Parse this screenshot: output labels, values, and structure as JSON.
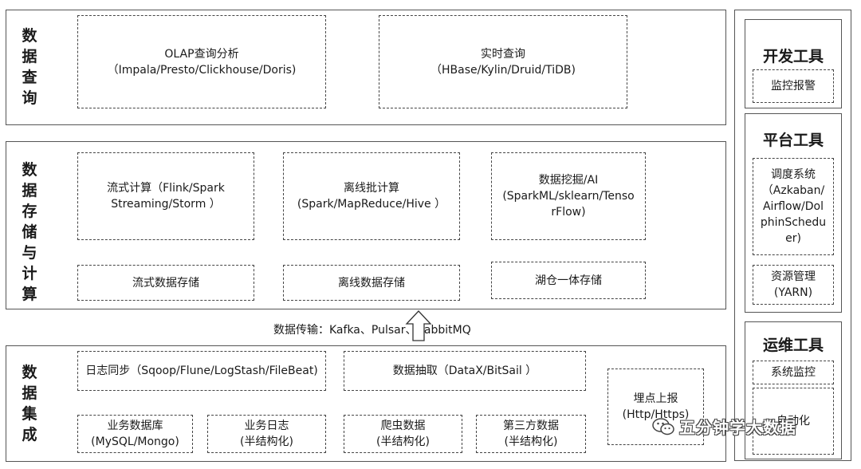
{
  "query": {
    "title": [
      "数",
      "据",
      "查",
      "询"
    ],
    "olap": [
      "OLAP查询分析",
      "（Impala/Presto/Clickhouse/Doris)"
    ],
    "realtime": [
      "实时查询",
      "（HBase/Kylin/Druid/TiDB)"
    ]
  },
  "storage": {
    "title": [
      "数",
      "据",
      "存",
      "储",
      "与",
      "计",
      "算"
    ],
    "stream_compute": [
      "流式计算（Flink/Spark",
      "Streaming/Storm ）"
    ],
    "batch_compute": [
      "离线批计算",
      "(Spark/MapReduce/Hive ）"
    ],
    "mining": [
      "数据挖掘/AI",
      "(SparkML/sklearn/Tenso",
      "rFlow)"
    ],
    "stream_store": "流式数据存储",
    "batch_store": "离线数据存储",
    "lakehouse": "湖仓一体存储"
  },
  "transfer": "数据传输：Kafka、Pulsar、RabbitMQ",
  "integration": {
    "title": [
      "数",
      "据",
      "集",
      "成"
    ],
    "log_sync": "日志同步（Sqoop/Flune/LogStash/FileBeat)",
    "extract": "数据抽取（DataX/BitSail ）",
    "tracking": [
      "埋点上报",
      "(Http/Https)"
    ],
    "biz_db": [
      "业务数据库",
      "(MySQL/Mongo)"
    ],
    "biz_log": [
      "业务日志",
      "(半结构化)"
    ],
    "crawler": [
      "爬虫数据",
      "(半结构化)"
    ],
    "third_party": [
      "第三方数据",
      "(半结构化)"
    ]
  },
  "side": {
    "dev": {
      "title": "开发工具",
      "items": [
        "监控报警"
      ]
    },
    "platform": {
      "title": "平台工具",
      "scheduler": [
        "调度系统",
        "（Azkaban/",
        "Airflow/Dol",
        "phinSchedu",
        "er)"
      ],
      "resource": [
        "资源管理",
        "(YARN)"
      ]
    },
    "ops": {
      "title": "运维工具",
      "monitor": "系统监控",
      "automation": "自动化"
    }
  },
  "watermark": "五分钟学大数据"
}
